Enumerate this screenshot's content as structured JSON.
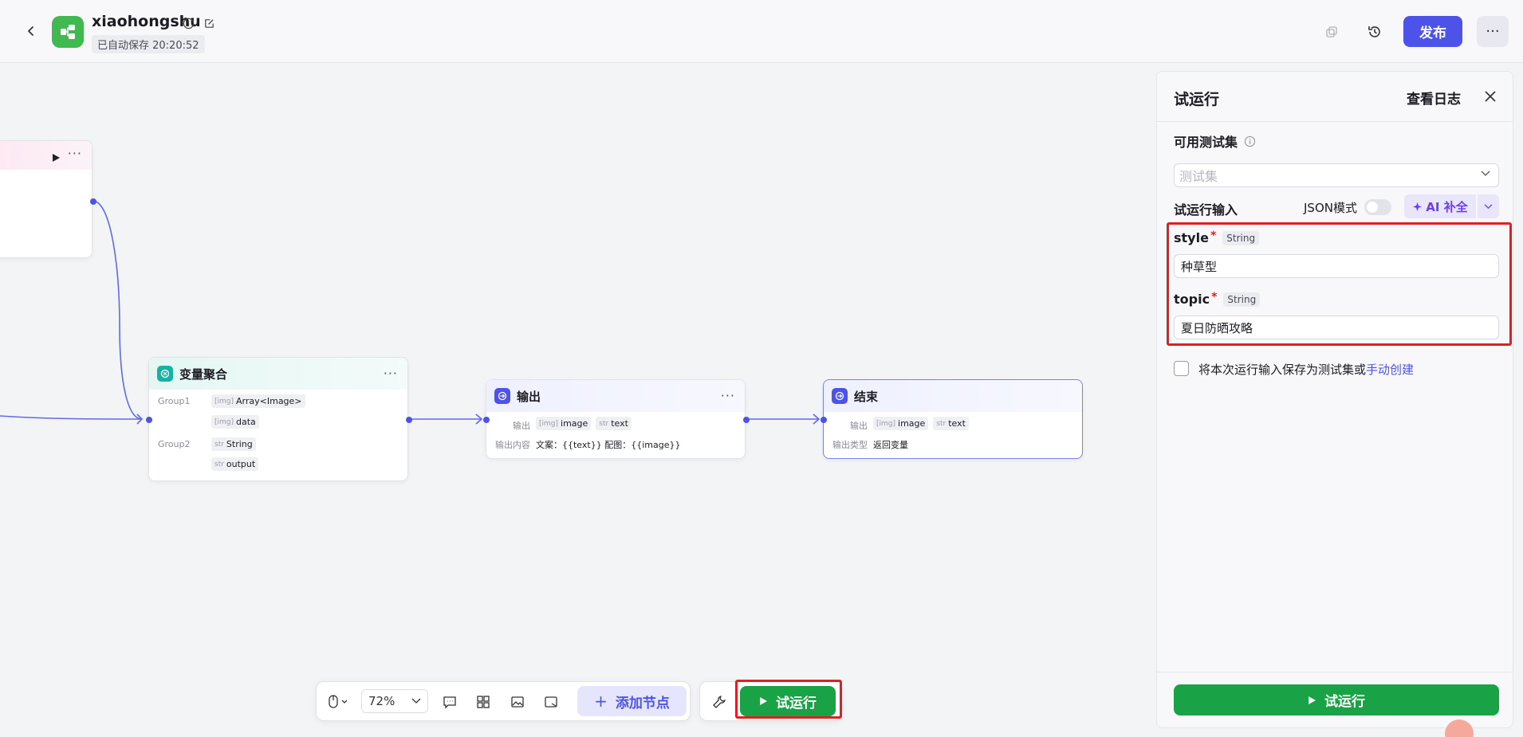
{
  "header": {
    "app_name": "xiaohongshu",
    "autosave": "已自动保存 20:20:52",
    "publish_label": "发布",
    "more_label": "···"
  },
  "nodes": {
    "start": {
      "more": "···"
    },
    "aggregate": {
      "title": "变量聚合",
      "more": "···",
      "group1_label": "Group1",
      "group1_type": "Array<Image>",
      "group1_var": "data",
      "group2_label": "Group2",
      "group2_type": "String",
      "group2_var": "output",
      "str_prefix": "str",
      "img_prefix": "[img]"
    },
    "output": {
      "title": "输出",
      "more": "···",
      "out_label": "输出",
      "var_image": "image",
      "var_text": "text",
      "content_label": "输出内容",
      "content_value": "文案：{{text}} 配图：{{image}}"
    },
    "end": {
      "title": "结束",
      "out_label": "输出",
      "var_image": "image",
      "var_text": "text",
      "type_label": "输出类型",
      "type_value": "返回变量"
    }
  },
  "toolbar": {
    "zoom": "72%",
    "add_node_label": "添加节点",
    "run_label": "试运行"
  },
  "panel": {
    "title": "试运行",
    "log_label": "查看日志",
    "testset_label": "可用测试集",
    "testset_placeholder": "测试集",
    "input_label": "试运行输入",
    "json_mode_label": "JSON模式",
    "ai_complete_label": "AI 补全",
    "fields": [
      {
        "name": "style",
        "type": "String",
        "value": "种草型"
      },
      {
        "name": "topic",
        "type": "String",
        "value": "夏日防晒攻略"
      }
    ],
    "required_mark": "*",
    "save_text": "将本次运行输入保存为测试集或",
    "manual_link": "手动创建",
    "run_label": "试运行"
  },
  "colors": {
    "accent": "#4d53e8",
    "run_green": "#1aa346",
    "highlight_red": "#e02020",
    "logo_green": "#3fb950"
  }
}
